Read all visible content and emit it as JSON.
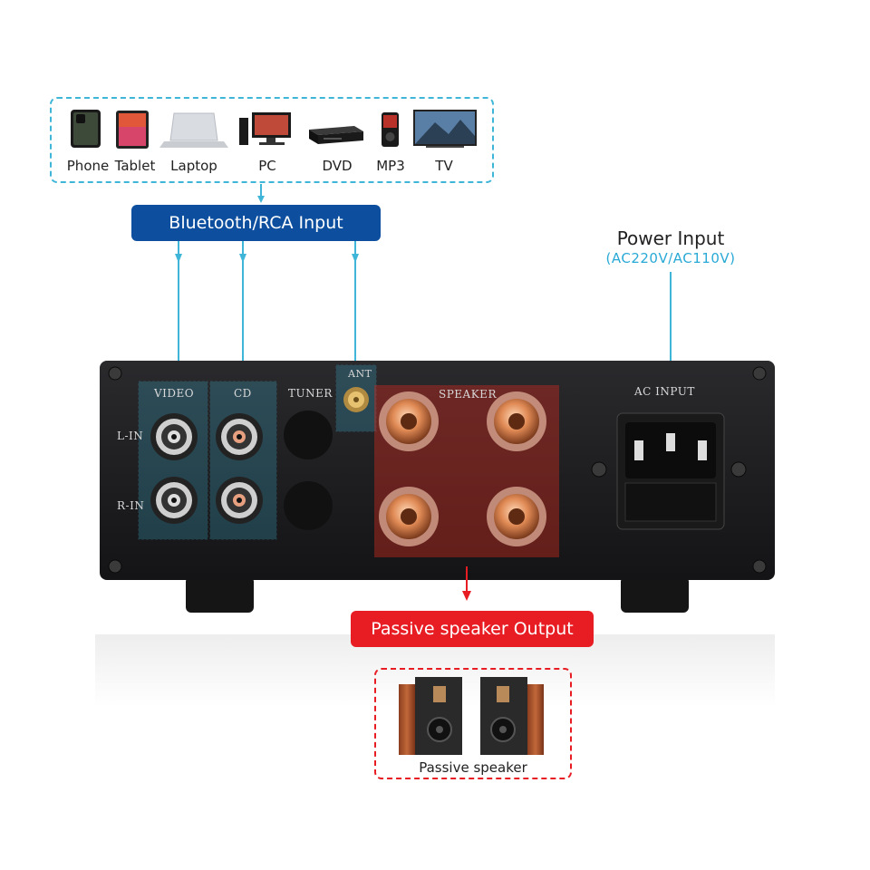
{
  "devices": [
    {
      "label": "Phone",
      "icon": "phone-icon"
    },
    {
      "label": "Tablet",
      "icon": "tablet-icon"
    },
    {
      "label": "Laptop",
      "icon": "laptop-icon"
    },
    {
      "label": "PC",
      "icon": "pc-icon"
    },
    {
      "label": "DVD",
      "icon": "dvd-player-icon"
    },
    {
      "label": "MP3",
      "icon": "mp3-player-icon"
    },
    {
      "label": "TV",
      "icon": "tv-icon"
    }
  ],
  "input_label": "Bluetooth/RCA Input",
  "power": {
    "title": "Power Input",
    "subtitle": "(AC220V/AC110V)"
  },
  "output_label": "Passive speaker Output",
  "speaker_label": "Passive speaker",
  "panel": {
    "video": "VIDEO",
    "cd": "CD",
    "tuner": "TUNER",
    "ant": "ANT",
    "speaker": "SPEAKER",
    "ac_input": "AC INPUT",
    "l_in": "L-IN",
    "r_in": "R-IN"
  },
  "colors": {
    "cyan": "#3fb6d8",
    "blue_pill": "#0d4f9e",
    "red": "#e81c23",
    "panel": "#1c1c1e"
  }
}
